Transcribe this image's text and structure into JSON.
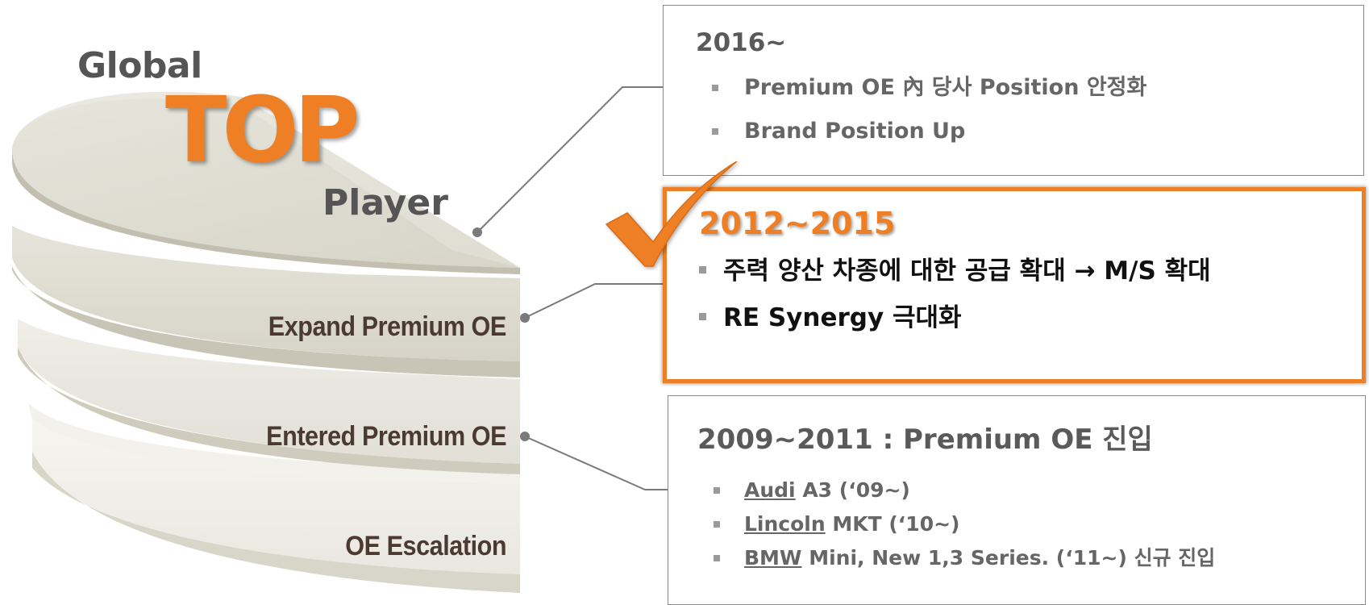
{
  "pyramid": {
    "global": "Global",
    "top": "TOP",
    "player": "Player",
    "layers": [
      {
        "label": "Expand Premium OE"
      },
      {
        "label": "Entered Premium OE"
      },
      {
        "label": "OE Escalation"
      }
    ]
  },
  "boxes": {
    "box_2016": {
      "heading": "2016~",
      "bullets": [
        "Premium OE 內 당사 Position 안정화",
        "Brand Position Up"
      ]
    },
    "box_2012": {
      "heading": "2012~2015",
      "bullets": [
        "주력 양산 차종에 대한 공급 확대 → M/S 확대",
        "RE Synergy 극대화"
      ]
    },
    "box_2009": {
      "heading": "2009~2011 : Premium OE 진입",
      "bullets": [
        {
          "brand": "Audi",
          "rest": " A3 (‘09~)"
        },
        {
          "brand": "Lincoln",
          "rest": " MKT (‘10~)"
        },
        {
          "brand": "BMW",
          "rest": " Mini, New 1,3 Series. (‘11~) 신규 진입"
        }
      ]
    }
  },
  "colors": {
    "accent": "#ef7f25",
    "text_dark": "#555555",
    "layer_text": "#4a3a31",
    "border_grey": "#8a8a8a"
  },
  "icons": {
    "checkmark": "checkmark-icon"
  }
}
